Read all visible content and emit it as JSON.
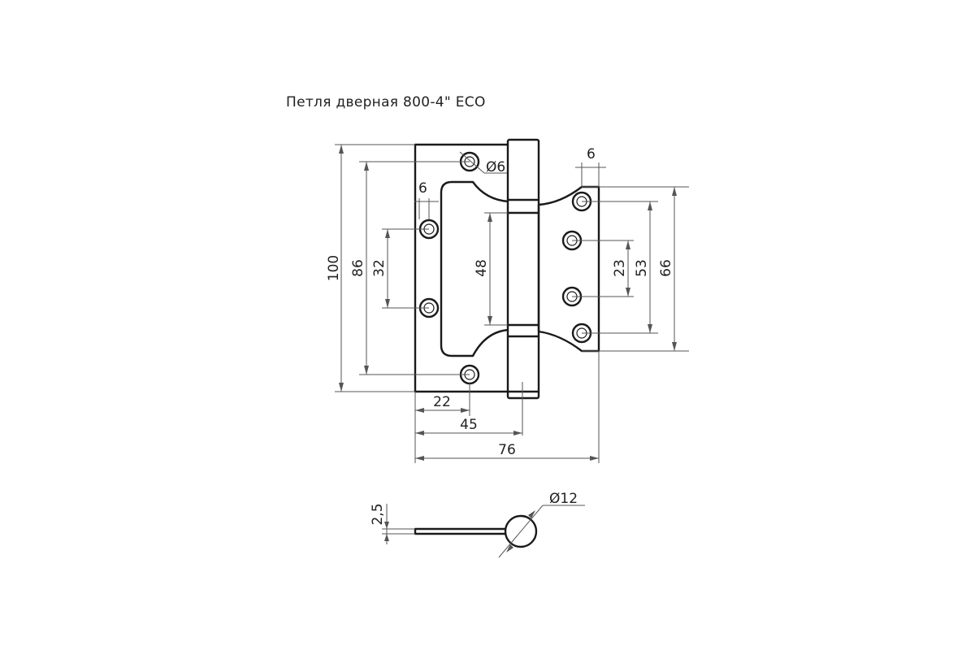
{
  "title": "Петля  дверная 800-4\" ECO",
  "dimensions": {
    "height_total": "100",
    "height_holes_outer": "86",
    "height_holes_inner": "32",
    "height_cutout": "48",
    "hole_dia": "Ø6",
    "edge_offset_left": "6",
    "edge_offset_right": "6",
    "right_inner": "23",
    "right_mid": "53",
    "right_outer": "66",
    "width_hole": "22",
    "width_knuckle": "45",
    "width_total": "76",
    "thickness": "2,5",
    "knuckle_dia": "Ø12"
  }
}
